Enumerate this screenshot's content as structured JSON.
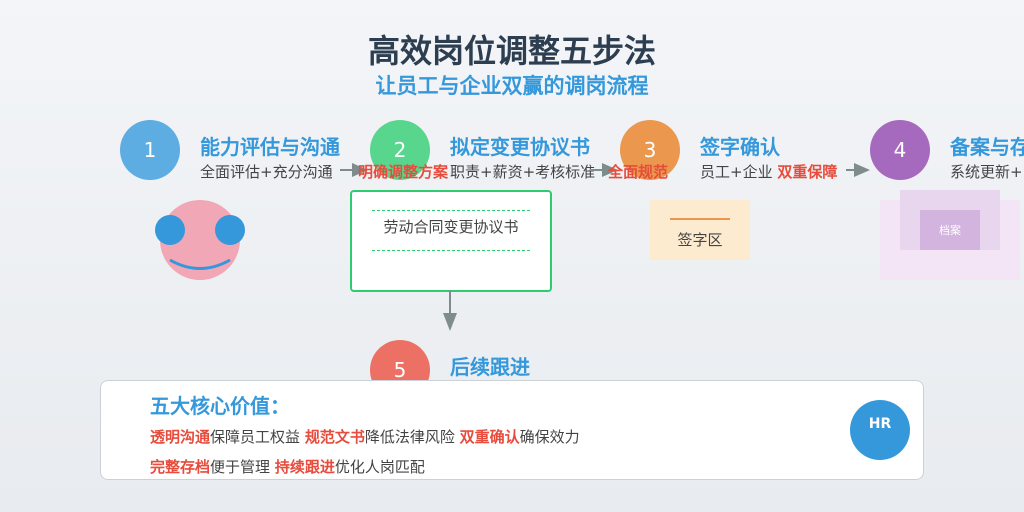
{
  "header": {
    "title": "高效岗位调整五步法",
    "subtitle": "让员工与企业双赢的调岗流程"
  },
  "steps": [
    {
      "number": "1",
      "title": "能力评估与沟通",
      "desc": "全面评估+充分沟通"
    },
    {
      "number": "2",
      "title": "拟定变更协议书",
      "desc": "职责+薪资+考核标准"
    },
    {
      "number": "3",
      "title": "签字确认",
      "desc_prefix": "员工+企业 ",
      "desc_highlight": "双重保障"
    },
    {
      "number": "4",
      "title": "备案与存",
      "desc": "系统更新+"
    },
    {
      "number": "5",
      "title": "后续跟进"
    }
  ],
  "arrow_labels": {
    "a1": "明确调整方案",
    "a2": "全面规范"
  },
  "illustrations": {
    "document_label": "劳动合同变更协议书",
    "sign_label": "签字区",
    "archive_label": "档案"
  },
  "panel": {
    "title": "五大核心价值：",
    "bullet": "",
    "line1": [
      {
        "highlight": "透明沟通",
        "text": "保障员工权益"
      },
      {
        "highlight": "规范文书",
        "text": "降低法律风险"
      },
      {
        "highlight": "双重确认",
        "text": "确保效力"
      }
    ],
    "line2": [
      {
        "highlight": "完整存档",
        "text": "便于管理"
      },
      {
        "highlight": "持续跟进",
        "text": "优化人岗匹配"
      }
    ],
    "badge": "HR"
  },
  "colors": {
    "step1": "#5dade2",
    "step2": "#58d68d",
    "step3": "#eb984e",
    "step4": "#a569bd",
    "step5": "#ec7063",
    "accent": "#3498db",
    "highlight": "#e74c3c"
  }
}
